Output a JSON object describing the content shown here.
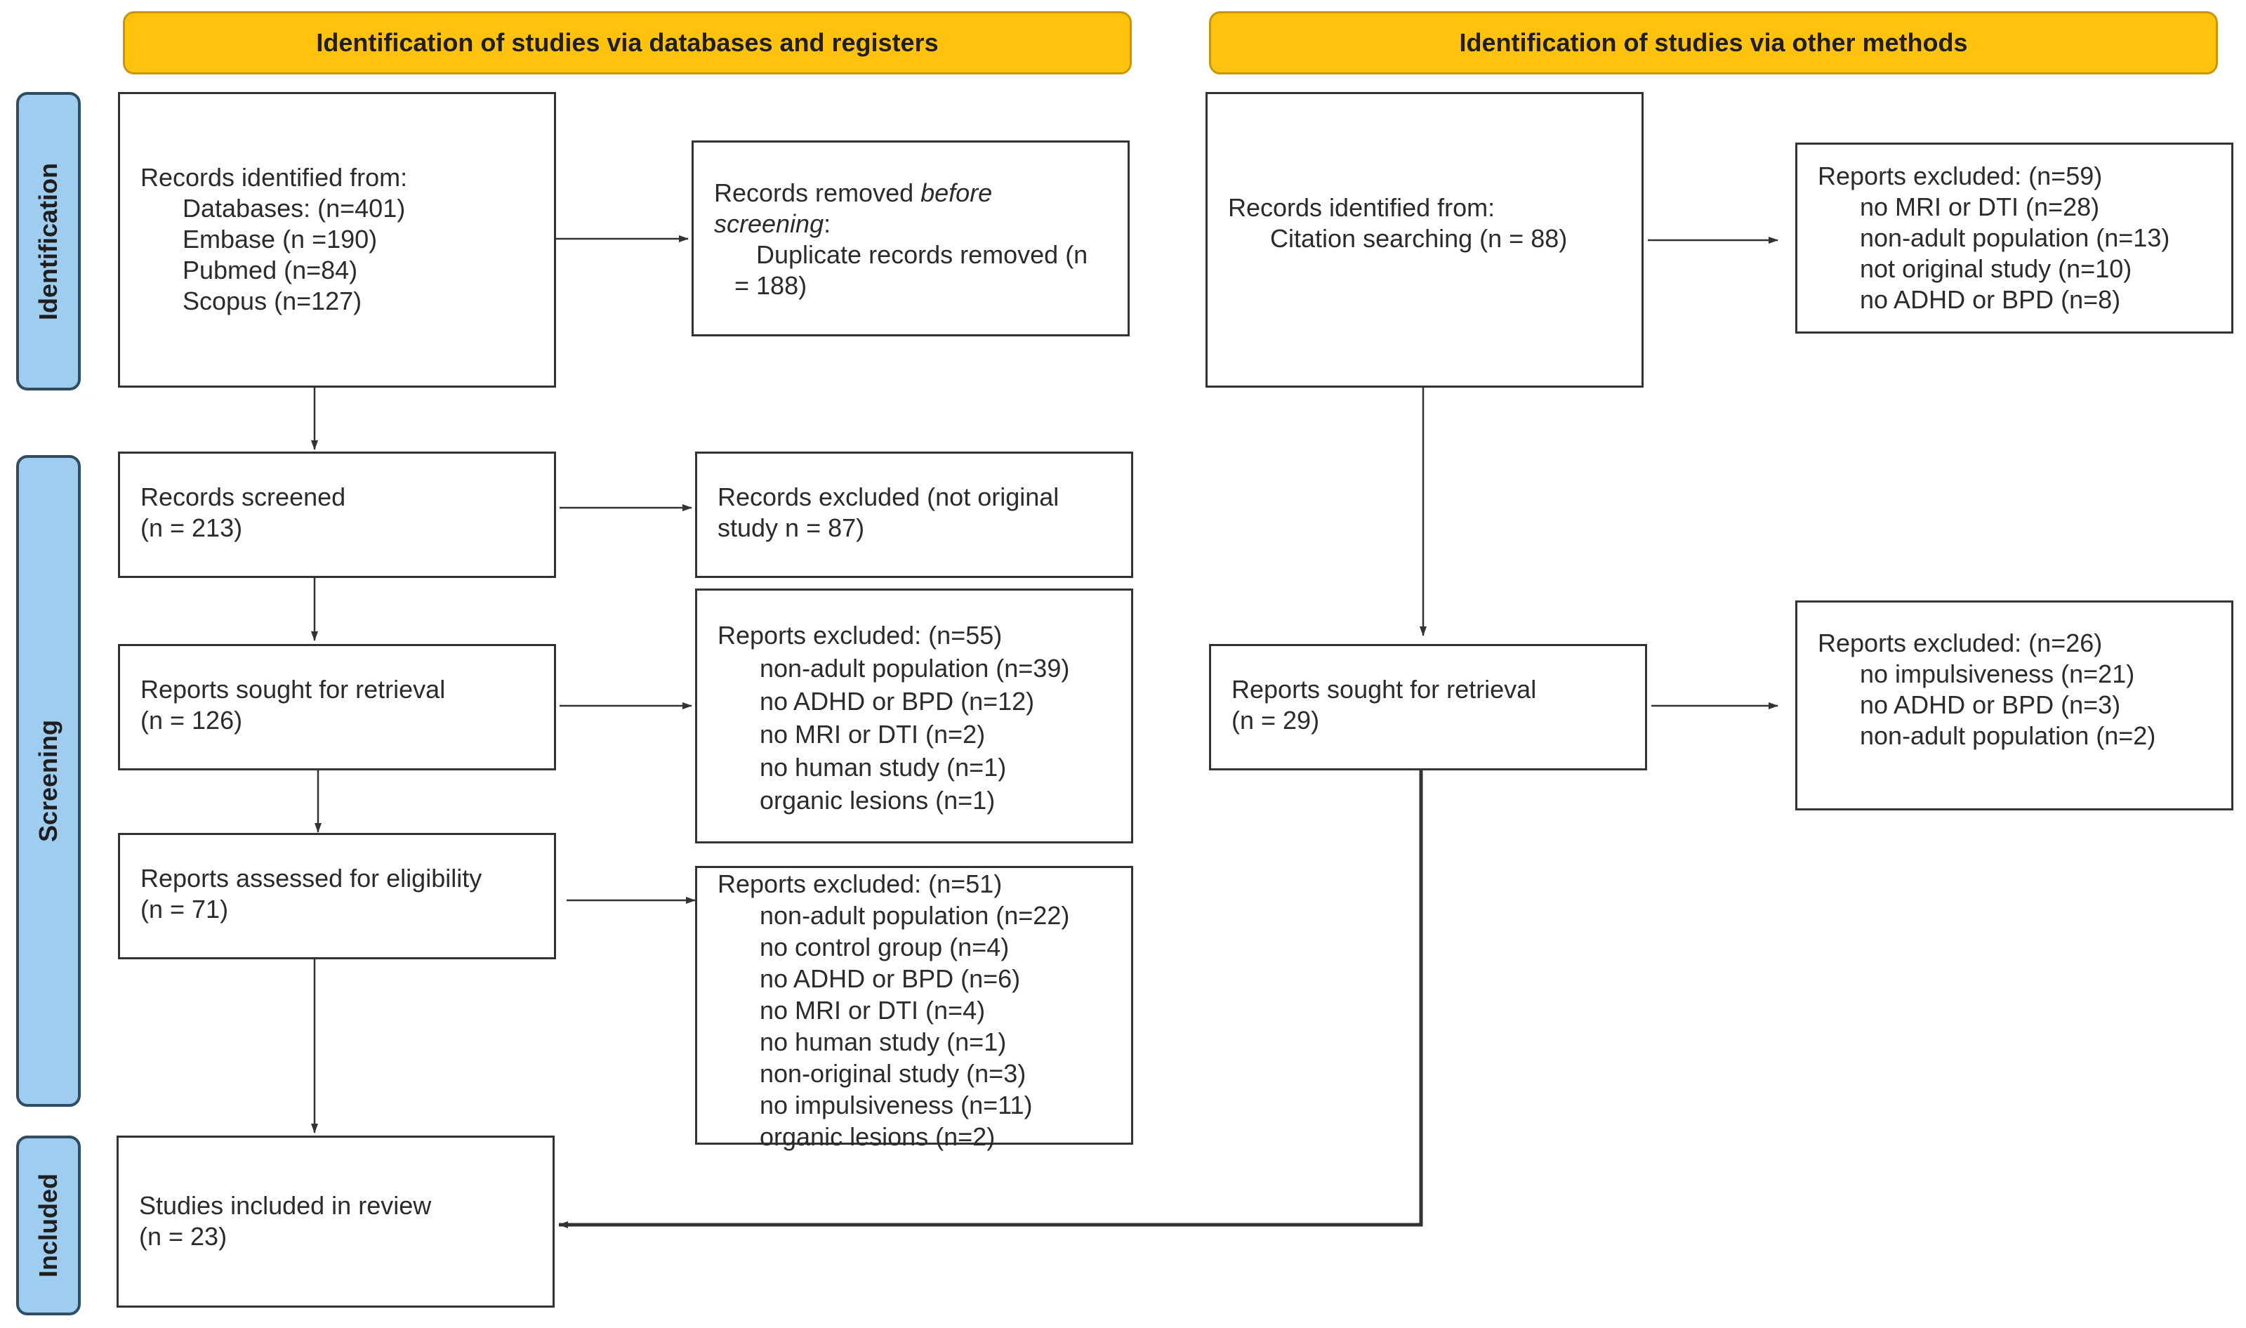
{
  "headers": {
    "left": "Identification of studies via databases and registers",
    "right": "Identification of studies via other methods"
  },
  "phases": {
    "identification": "Identification",
    "screening": "Screening",
    "included": "Included"
  },
  "left": {
    "identified": {
      "title": "Records identified from:",
      "items": [
        "Databases: (n=401)",
        "Embase  (n =190)",
        "Pubmed  (n=84)",
        "Scopus (n=127)"
      ]
    },
    "removed": {
      "line1_prefix": "Records removed ",
      "line1_em": "before",
      "line2_em": "screening",
      "line2_suffix": ":",
      "item_line1": "Duplicate records removed  (n",
      "item_line2": "= 188)"
    },
    "screened": {
      "label": "Records screened",
      "n": "(n = 213)"
    },
    "excluded_records": {
      "line1": "Records excluded (not original",
      "line2": "study n = 87)"
    },
    "sought": {
      "label": "Reports sought for retrieval",
      "n": "(n = 126)"
    },
    "excluded_sought": {
      "title": "Reports excluded: (n=55)",
      "items": [
        "non-adult population (n=39)",
        "no ADHD or BPD (n=12)",
        "no MRI or DTI (n=2)",
        "no human study (n=1)",
        "organic lesions (n=1)"
      ]
    },
    "assessed": {
      "label": "Reports assessed for eligibility",
      "n": "(n = 71)"
    },
    "excluded_assessed": {
      "title": "Reports excluded: (n=51)",
      "items": [
        "non-adult population (n=22)",
        "no control group (n=4)",
        "no ADHD or BPD (n=6)",
        "no MRI or DTI (n=4)",
        "no human study (n=1)",
        "non-original study (n=3)",
        "no impulsiveness (n=11)",
        "organic lesions (n=2)"
      ]
    },
    "included": {
      "label": "Studies included in review",
      "n": "(n = 23)"
    }
  },
  "right": {
    "identified": {
      "title": "Records identified from:",
      "item": "Citation searching (n = 88)"
    },
    "excluded_identified": {
      "title": "Reports excluded: (n=59)",
      "items": [
        "no MRI or DTI (n=28)",
        "non-adult population (n=13)",
        "not original study (n=10)",
        "no ADHD or BPD (n=8)"
      ]
    },
    "sought": {
      "label": "Reports sought for retrieval",
      "n": "(n = 29)"
    },
    "excluded_sought": {
      "title": "Reports excluded: (n=26)",
      "items": [
        "no impulsiveness (n=21)",
        "no ADHD or BPD (n=3)",
        "non-adult population (n=2)"
      ]
    }
  },
  "colors": {
    "header_fill": "#ffc20e",
    "phase_fill": "#9fcdef",
    "phase_border": "#2f4e63",
    "line": "#333333"
  }
}
